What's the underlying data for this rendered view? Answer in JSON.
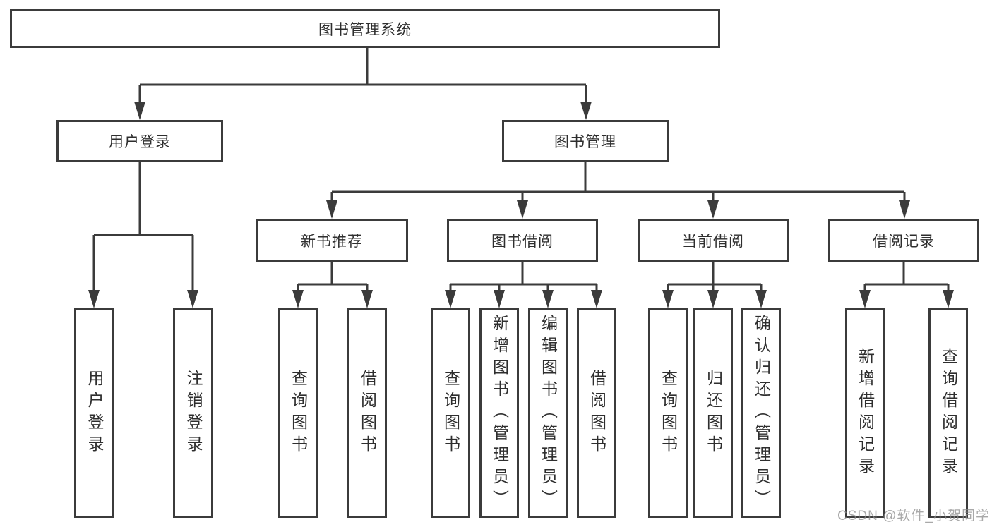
{
  "title": "图书管理系统",
  "level2": [
    "用户登录",
    "图书管理"
  ],
  "level3": [
    "新书推荐",
    "图书借阅",
    "当前借阅",
    "借阅记录"
  ],
  "leaves": {
    "login": [
      "用户登录",
      "注销登录"
    ],
    "recommend": [
      "查询图书",
      "借阅图书"
    ],
    "borrow": [
      "查询图书",
      "新增图书（管理员）",
      "编辑图书（管理员）",
      "借阅图书"
    ],
    "current": [
      "查询图书",
      "归还图书",
      "确认归还（管理员）"
    ],
    "records": [
      "新增借阅记录",
      "查询借阅记录"
    ]
  },
  "watermark": "CSDN @软件_小贺同学",
  "colors": {
    "line": "#3b3b3b",
    "text": "#2e2e2e",
    "watermark": "#8c8c8c",
    "background": "#ffffff"
  }
}
